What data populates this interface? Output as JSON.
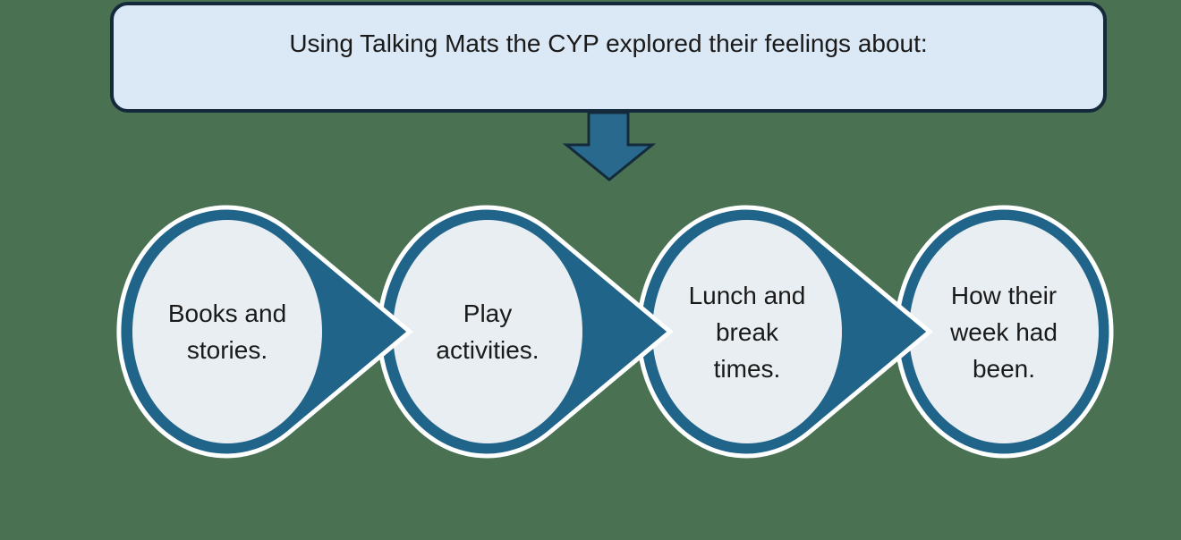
{
  "title_box": {
    "text": "Using Talking Mats the CYP explored their feelings about:"
  },
  "flow": {
    "direction": "left-to-right",
    "steps": [
      {
        "label": "Books and\nstories."
      },
      {
        "label": "Play\nactivities."
      },
      {
        "label": "Lunch and\nbreak\ntimes."
      },
      {
        "label": "How their\nweek had\nbeen."
      }
    ]
  },
  "icons": {
    "down_arrow": "block arrow from title box to process row",
    "step_connectors": "right-pointing wedge arrows between circles"
  },
  "colors": {
    "background": "#4a7152",
    "teal_accent": "#21648a",
    "down_arrow_fill": "#28698d",
    "dark_navy_outline": "#142a3a",
    "circle_fill": "#e8eef2",
    "title_box_fill": "#dbe8f5",
    "shape_outline_white": "#ffffff",
    "text": "#1a1a1a"
  }
}
